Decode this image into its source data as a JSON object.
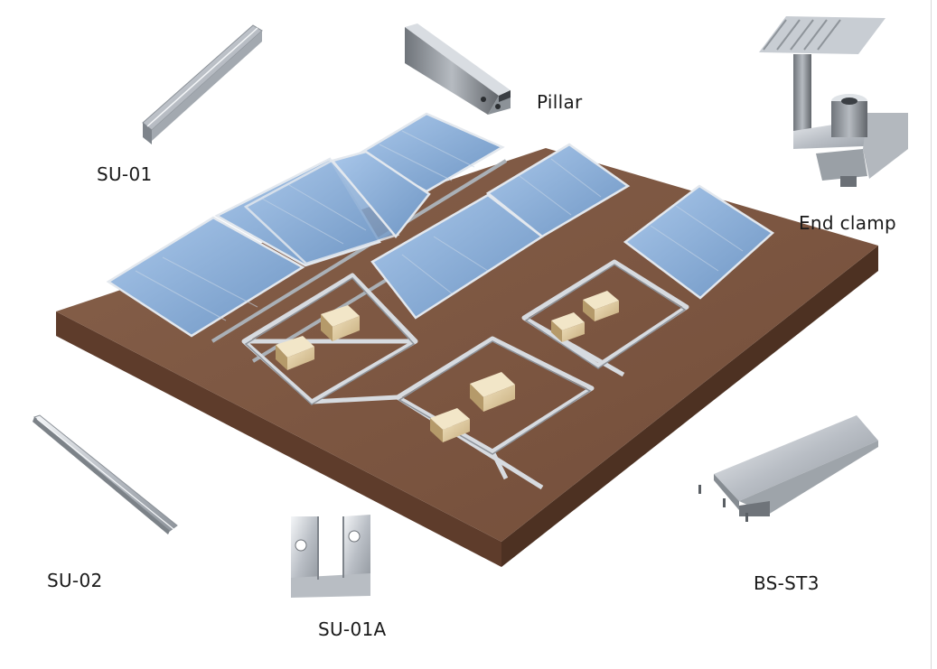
{
  "labels": {
    "su01": "SU-01",
    "pillar": "Pillar",
    "end_clamp": "End clamp",
    "su02": "SU-02",
    "su01a": "SU-01A",
    "bsst3": "BS-ST3"
  },
  "colors": {
    "roof_top": "#7d5540",
    "roof_side": "#5e3c2b",
    "panel_glass": "#8fb3dc",
    "panel_frame": "#dfe6ee",
    "aluminium": "#c9ced4",
    "ballast_block": "#d8c49a"
  }
}
